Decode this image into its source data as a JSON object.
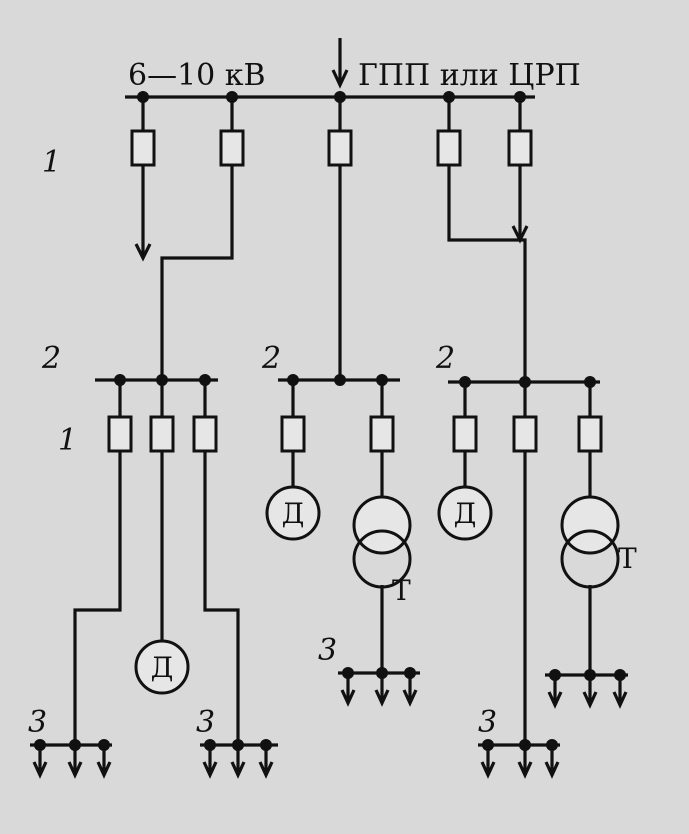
{
  "diagram": {
    "voltage_label": "6—10 кВ",
    "source_label": "ГПП или ЦРП",
    "element_1": "1",
    "element_2": "2",
    "element_3": "3",
    "motor": "Д",
    "transformer": "Т"
  }
}
